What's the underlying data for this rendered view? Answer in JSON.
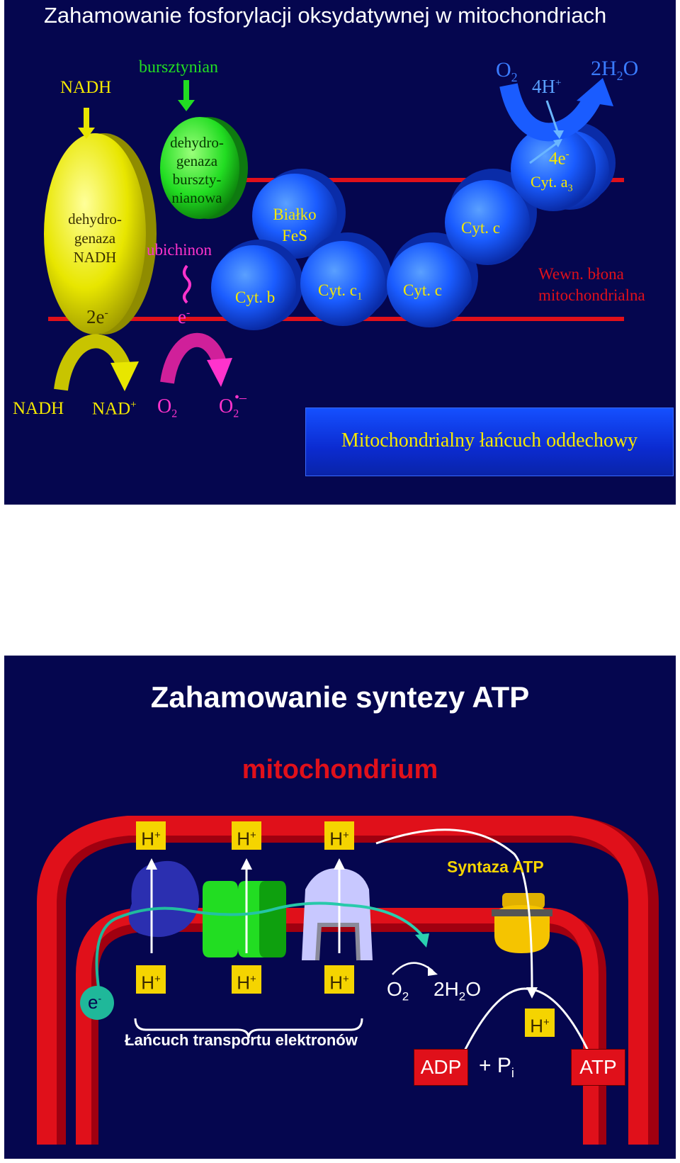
{
  "slide1": {
    "title": "Zahamowanie fosforylacji oksydatywnej w mitochondriach",
    "nadh_top": "NADH",
    "bursztynian": "bursztynian",
    "dehydro_nadh": [
      "dehydro-",
      "genaza",
      "NADH"
    ],
    "dehydro_bursz": [
      "dehydro-",
      "genaza",
      "burszty-",
      "nianowa"
    ],
    "ubichinon": "ubichinon",
    "bialko_fes": [
      "Białko",
      "FeS"
    ],
    "cyt_b": "Cyt. b",
    "cyt_c1": "Cyt. c",
    "cyt_c1_sub": "1",
    "cyt_c_low": "Cyt. c",
    "cyt_c_high": "Cyt. c",
    "cyt_a3": "Cyt. a",
    "cyt_a3_sub": "3",
    "four_e": "4e",
    "four_h": "4H",
    "o2": "O",
    "o2_sub": "2",
    "h2o_pre": "2H",
    "h2o_sub": "2",
    "h2o_post": "O",
    "two_e": "2e",
    "e_minus": "e",
    "membrane_label": [
      "Wewn. błona",
      "mitochondrialna"
    ],
    "nadh_bottom": "NADH",
    "nad_plus": "NAD",
    "o2_bottom": "O",
    "o2_bottom_sub": "2",
    "superoxide": "O",
    "superoxide_sub": "2",
    "chain_label": "Mitochondrialny łańcuch oddechowy"
  },
  "slide2": {
    "title": "Zahamowanie syntezy ATP",
    "mitochondrium": "mitochondrium",
    "h": "H",
    "syntaza": "Syntaza ATP",
    "e_minus": "e",
    "o2": "O",
    "o2_sub": "2",
    "h2o_pre": "2H",
    "h2o_sub": "2",
    "h2o_post": "O",
    "chain_label": "Łańcuch transportu elektronów",
    "adp": "ADP",
    "plus_pi": "+ P",
    "pi_sub": "i",
    "atp": "ATP"
  },
  "colors": {
    "background": "#05064f",
    "membrane_red": "#e0101a",
    "yellow": "#e8e600",
    "green": "#22dd22",
    "magenta": "#ff33cc",
    "blue_sphere": "#1a5cff",
    "gold_label": "#f5d400"
  }
}
